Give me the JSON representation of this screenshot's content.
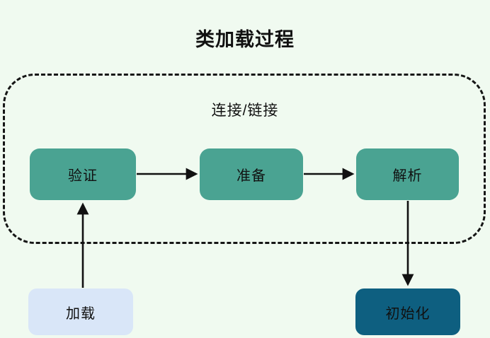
{
  "title": "类加载过程",
  "linking_group": {
    "label": "连接/链接",
    "border_style": "dashed"
  },
  "nodes": [
    {
      "id": "load",
      "label": "加载",
      "color": "#d9e6f8"
    },
    {
      "id": "verify",
      "label": "验证",
      "color": "#4aa392"
    },
    {
      "id": "prepare",
      "label": "准备",
      "color": "#4aa392"
    },
    {
      "id": "resolve",
      "label": "解析",
      "color": "#4aa392"
    },
    {
      "id": "initialize",
      "label": "初始化",
      "color": "#0e5f80"
    }
  ],
  "edges": [
    {
      "from": "load",
      "to": "verify",
      "direction": "up"
    },
    {
      "from": "verify",
      "to": "prepare",
      "direction": "right"
    },
    {
      "from": "prepare",
      "to": "resolve",
      "direction": "right"
    },
    {
      "from": "resolve",
      "to": "initialize",
      "direction": "down"
    }
  ],
  "colors": {
    "background": "#f0faf0",
    "stage_box": "#4aa392",
    "load_box": "#d9e6f8",
    "init_box": "#0e5f80",
    "line": "#111111",
    "text": "#111111"
  }
}
